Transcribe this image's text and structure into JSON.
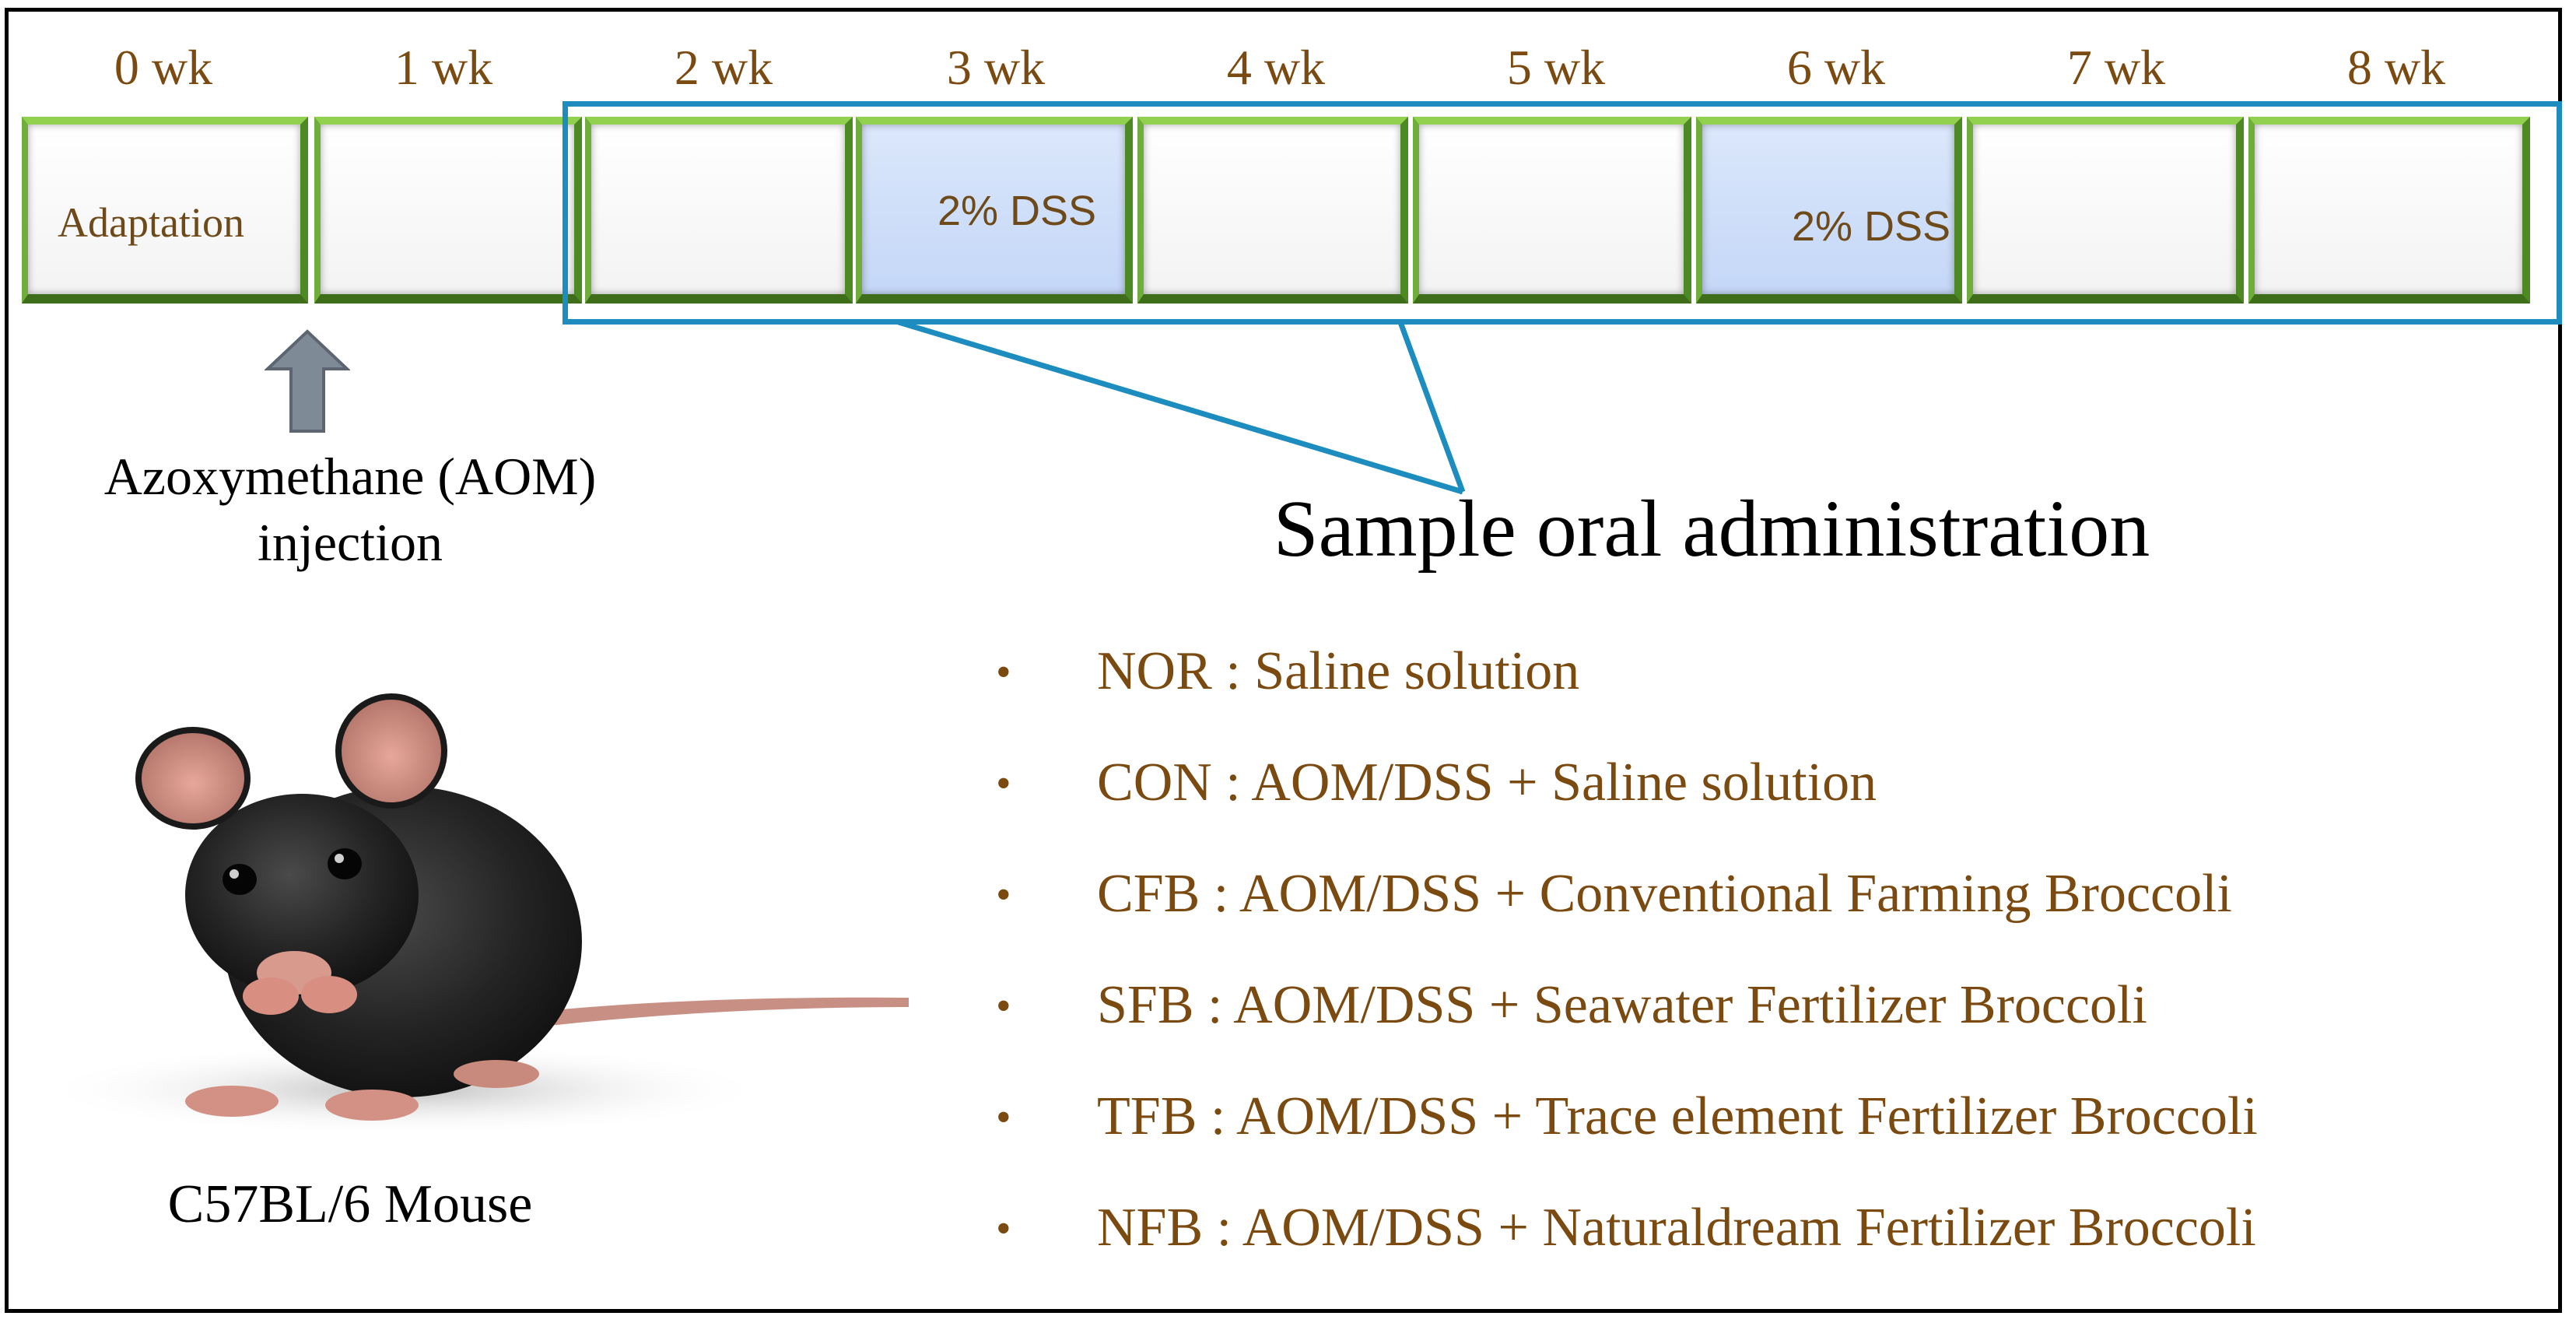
{
  "timeline": {
    "weeks": [
      "0 wk",
      "1 wk",
      "2 wk",
      "3 wk",
      "4 wk",
      "5 wk",
      "6 wk",
      "7 wk",
      "8 wk"
    ],
    "boxes": [
      "Adaptation",
      "",
      "",
      "2% DSS",
      "",
      "",
      "2% DSS",
      "",
      ""
    ],
    "dss_color": "#c9dbf8",
    "border_color": "#6fae3a",
    "bracket_color": "#1d8cbe"
  },
  "injection": {
    "label_line1": "Azoxymethane (AOM)",
    "label_line2": "injection",
    "arrow_icon": "up-arrow-icon"
  },
  "sample": {
    "title": "Sample oral administration",
    "groups": [
      "NOR : Saline solution",
      "CON : AOM/DSS + Saline solution",
      "CFB : AOM/DSS + Conventional Farming Broccoli",
      "SFB : AOM/DSS + Seawater Fertilizer Broccoli",
      "TFB : AOM/DSS + Trace element Fertilizer Broccoli",
      "NFB : AOM/DSS + Naturaldream Fertilizer Broccoli"
    ],
    "bullet": "•",
    "text_color": "#7a4a10"
  },
  "mouse": {
    "label": "C57BL/6 Mouse"
  }
}
